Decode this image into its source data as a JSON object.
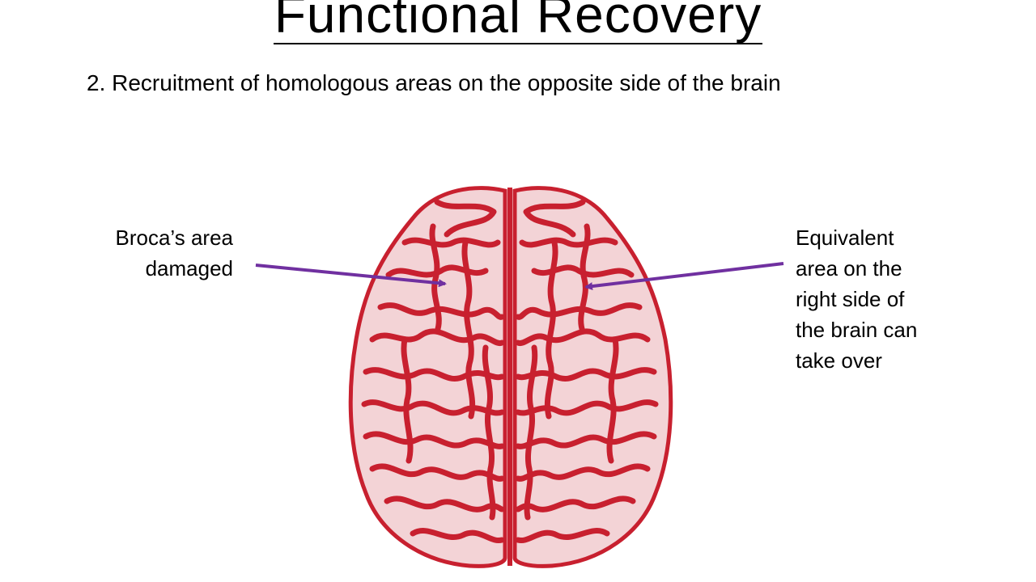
{
  "slide": {
    "title": "Functional Recovery",
    "subtitle": "2. Recruitment of homologous areas on the opposite side of the brain",
    "left_label": {
      "lines": [
        "Broca’s area",
        "damaged"
      ]
    },
    "right_label": {
      "lines": [
        "Equivalent",
        "area on the",
        "right side of",
        "the brain can",
        "take over"
      ]
    }
  },
  "colors": {
    "brain": "#c8202f",
    "brain_light": "#f3d3d6",
    "arrow": "#7030a0",
    "text": "#000000"
  },
  "illustration": {
    "icon": "brain-top-view-icon"
  }
}
